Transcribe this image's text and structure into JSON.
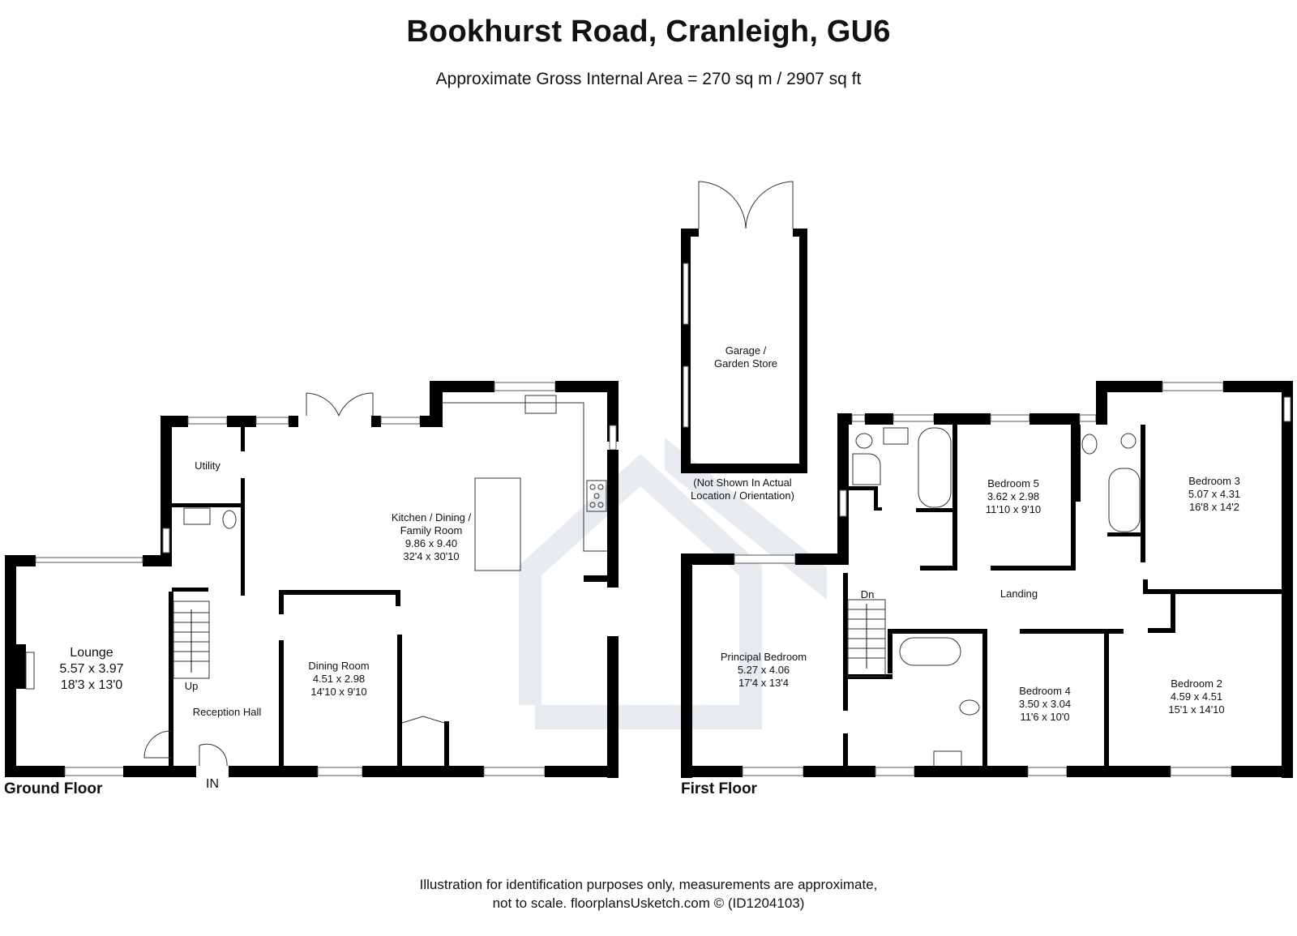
{
  "header": {
    "title": "Bookhurst Road, Cranleigh, GU6",
    "subtitle": "Approximate Gross Internal Area = 270 sq m / 2907 sq ft"
  },
  "floors": {
    "ground": {
      "label": "Ground Floor",
      "entrance_label": "IN",
      "stairs_label": "Up",
      "rooms": [
        {
          "name": "Lounge",
          "metric": "5.57 x 3.97",
          "imperial": "18'3 x 13'0"
        },
        {
          "name": "Utility",
          "metric": "",
          "imperial": ""
        },
        {
          "name": "Reception Hall",
          "metric": "",
          "imperial": ""
        },
        {
          "name": "Dining Room",
          "metric": "4.51 x 2.98",
          "imperial": "14'10 x 9'10"
        },
        {
          "name_line1": "Kitchen / Dining /",
          "name": "Family  Room",
          "metric": "9.86 x 9.40",
          "imperial": "32'4 x 30'10"
        }
      ]
    },
    "outbuilding": {
      "name_line1": "Garage /",
      "name": "Garden Store",
      "note_line1": "(Not Shown In Actual",
      "note_line2": "Location / Orientation)"
    },
    "first": {
      "label": "First Floor",
      "stairs_label": "Dn",
      "rooms": [
        {
          "name": "Principal Bedroom",
          "metric": "5.27 x 4.06",
          "imperial": "17'4 x 13'4"
        },
        {
          "name": "Bedroom 5",
          "metric": "3.62 x 2.98",
          "imperial": "11'10 x 9'10"
        },
        {
          "name": "Bedroom 3",
          "metric": "5.07 x 4.31",
          "imperial": "16'8 x 14'2"
        },
        {
          "name": "Landing",
          "metric": "",
          "imperial": ""
        },
        {
          "name": "Bedroom 4",
          "metric": "3.50 x 3.04",
          "imperial": "11'6 x 10'0"
        },
        {
          "name": "Bedroom 2",
          "metric": "4.59 x 4.51",
          "imperial": "15'1 x 14'10"
        }
      ]
    }
  },
  "footer": {
    "line1": "Illustration for identification purposes only, measurements are approximate,",
    "line2": "not to scale. floorplansUsketch.com © (ID1204103)"
  },
  "colors": {
    "wall": "#000000",
    "watermark": "#e6eaee",
    "background": "#ffffff"
  }
}
